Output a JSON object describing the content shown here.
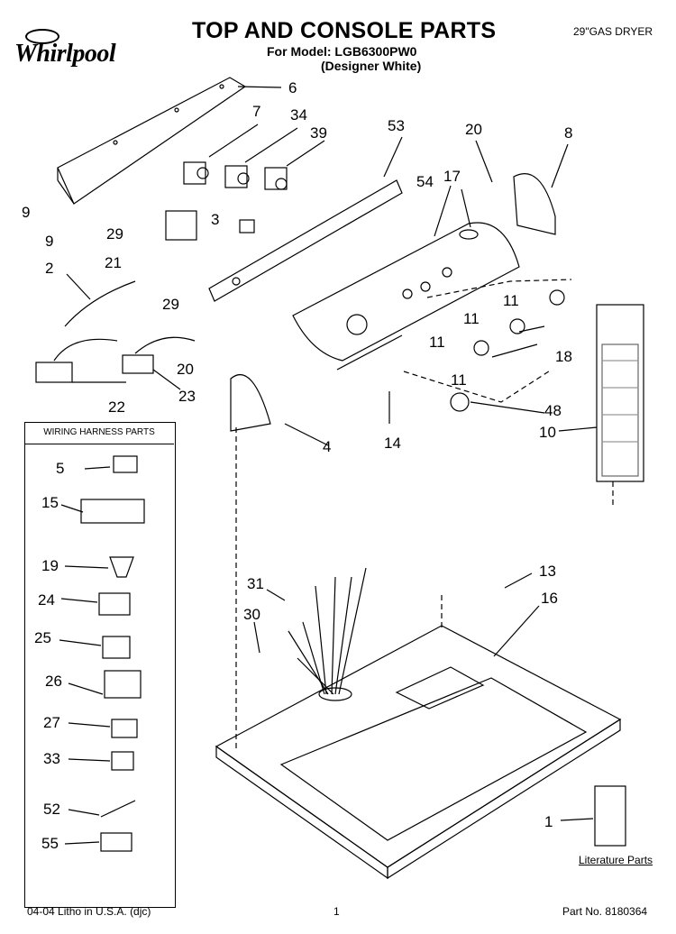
{
  "header": {
    "brand": "Whirlpool",
    "title": "TOP AND CONSOLE PARTS",
    "model_line": "For Model: LGB6300PW0",
    "color_line": "(Designer White)",
    "product": "29\"GAS DRYER"
  },
  "harness_box": {
    "title": "WIRING HARNESS PARTS"
  },
  "footer": {
    "litho": "04-04 Litho in U.S.A. (djc)",
    "page": "1",
    "part_no": "Part No. 8180364",
    "literature": "Literature Parts"
  },
  "callouts": [
    "6",
    "7",
    "34",
    "39",
    "53",
    "20",
    "8",
    "9",
    "9",
    "29",
    "3",
    "21",
    "2",
    "54",
    "17",
    "29",
    "11",
    "11",
    "11",
    "18",
    "11",
    "20",
    "22",
    "23",
    "4",
    "14",
    "48",
    "10",
    "5",
    "15",
    "19",
    "24",
    "25",
    "26",
    "27",
    "33",
    "52",
    "55",
    "31",
    "30",
    "13",
    "16",
    "1"
  ]
}
